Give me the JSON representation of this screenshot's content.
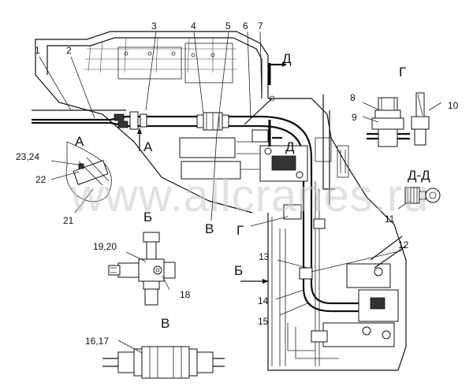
{
  "watermark": "www.allcranes.ru",
  "parts": [
    "1",
    "2",
    "3",
    "4",
    "5",
    "6",
    "7",
    "8",
    "9",
    "10",
    "11",
    "12",
    "13",
    "14",
    "15",
    "16,17",
    "18",
    "19,20",
    "21",
    "22",
    "23,24"
  ],
  "views": {
    "a": "А",
    "b": "Б",
    "v": "В",
    "g": "Г",
    "d": "Д",
    "dd": "Д-Д"
  }
}
